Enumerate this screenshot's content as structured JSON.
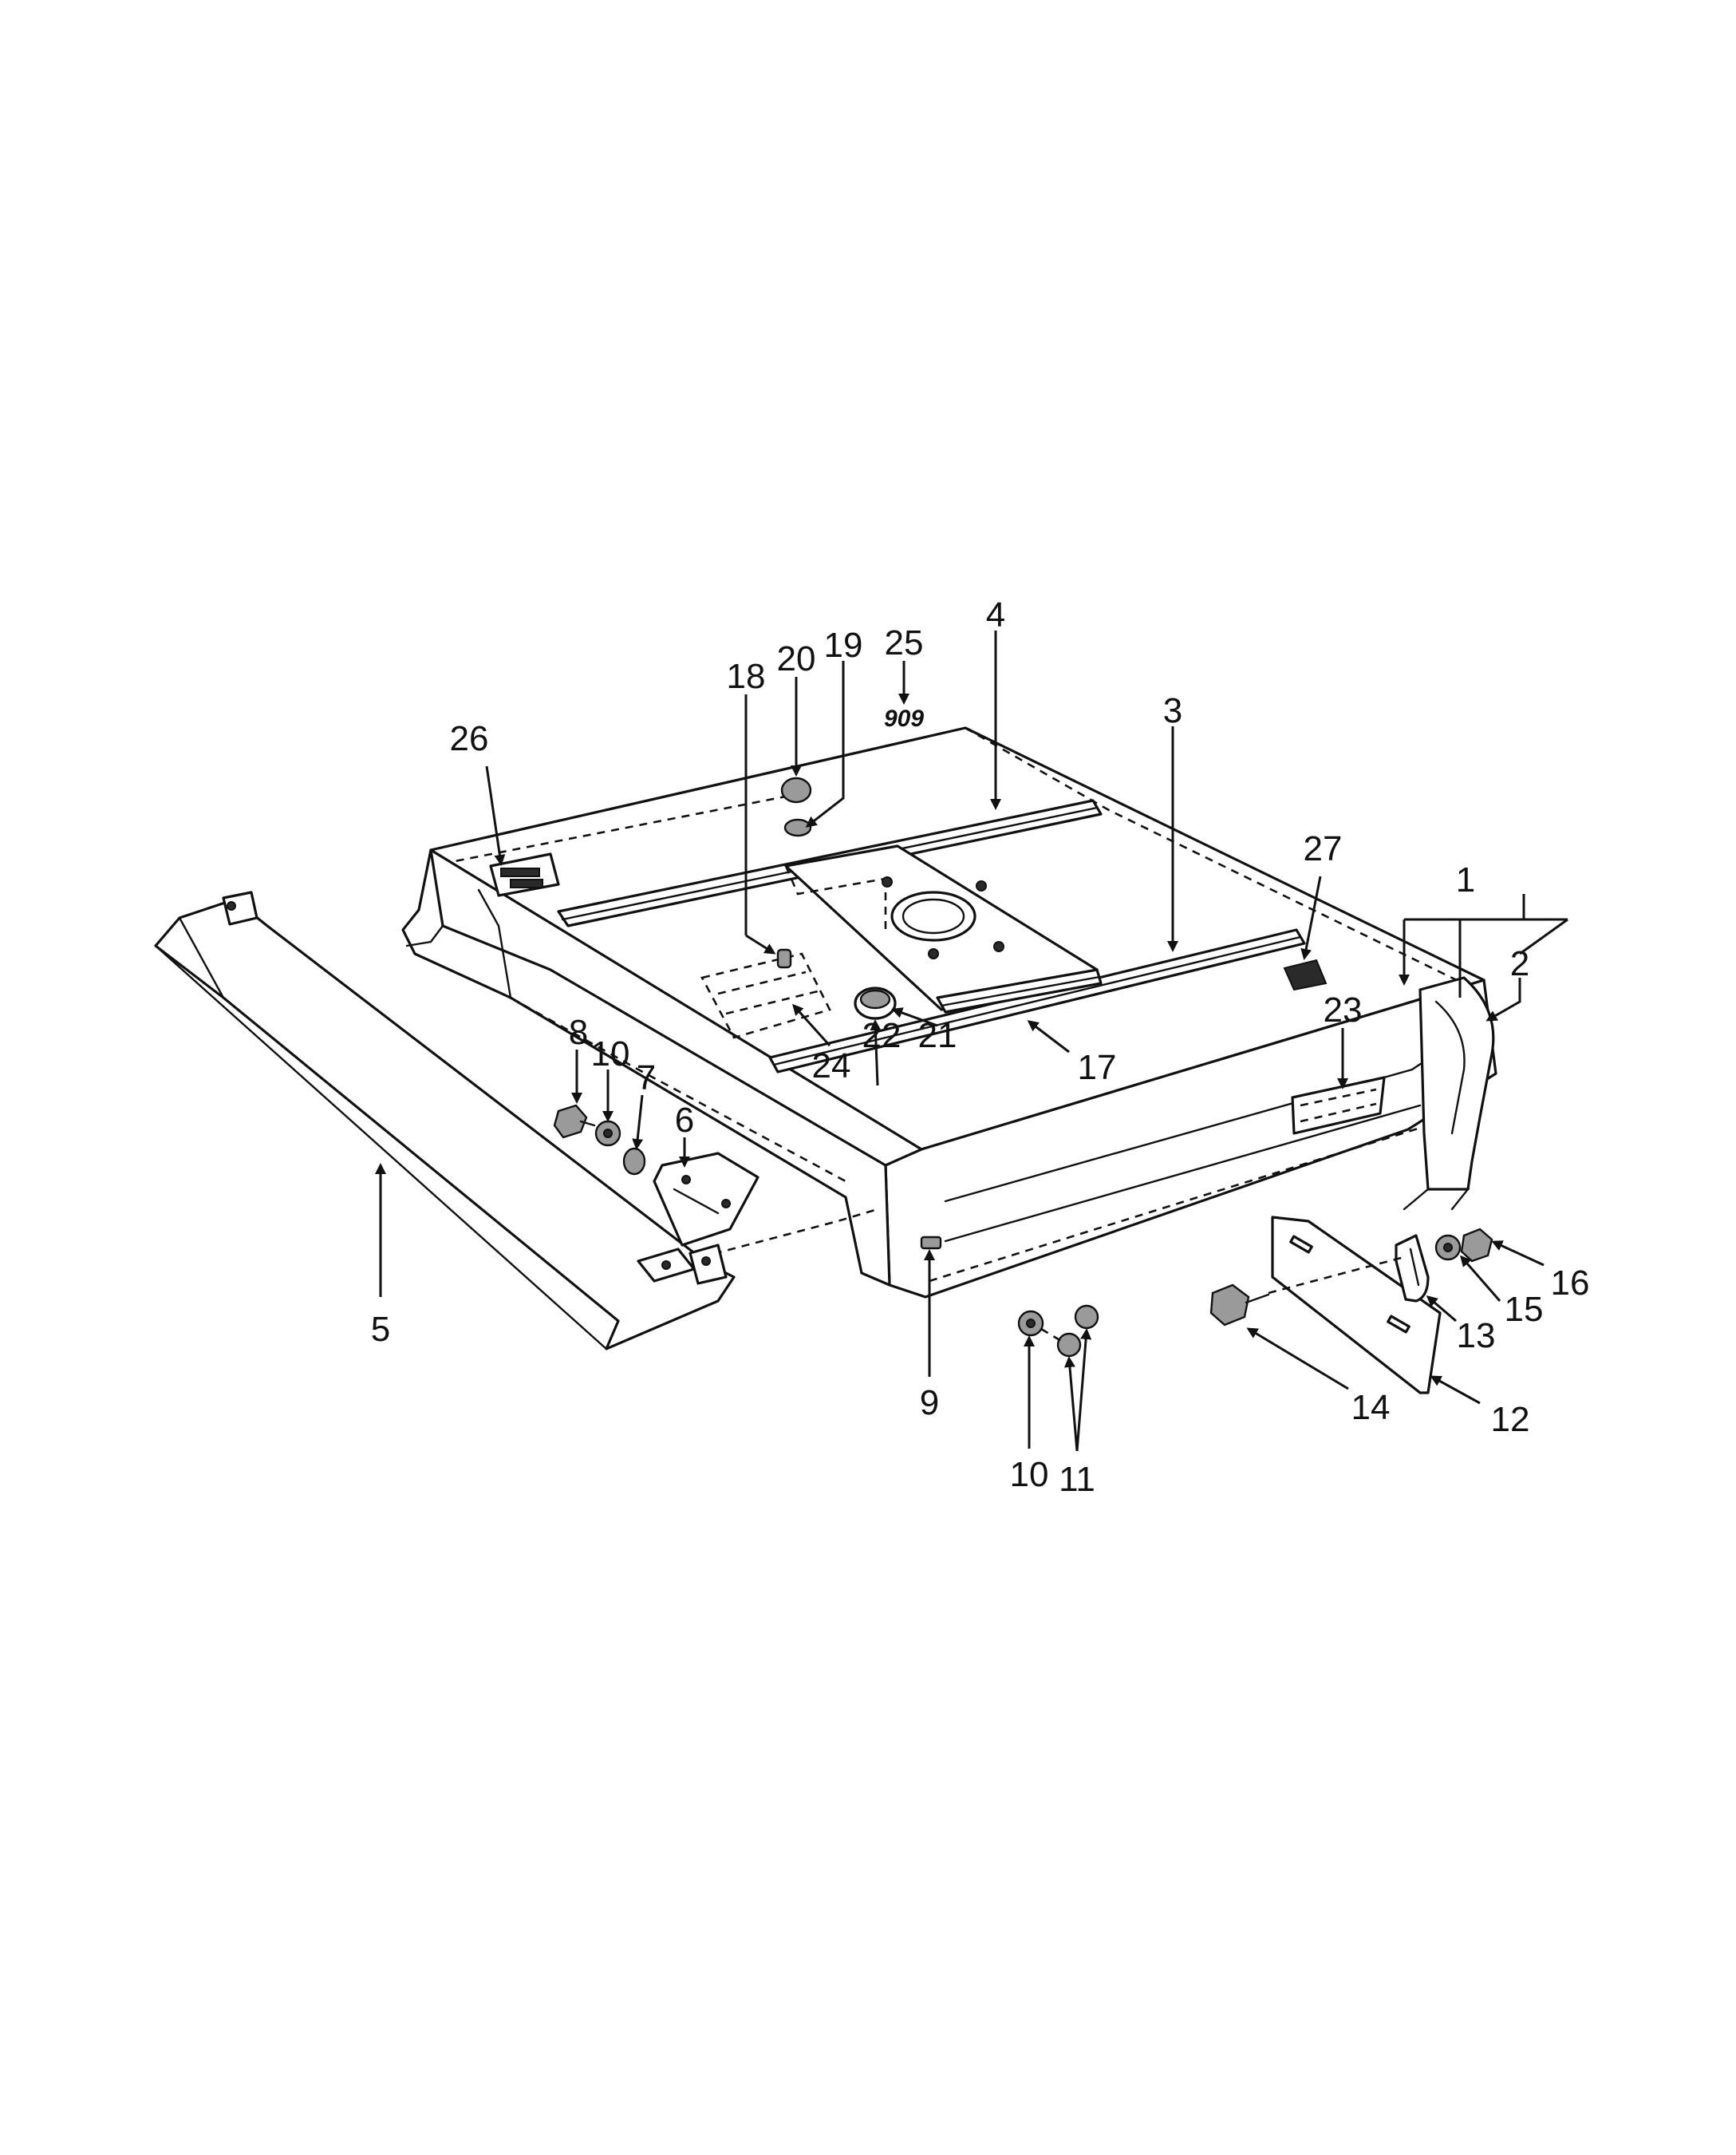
{
  "callouts": [
    {
      "id": "c1",
      "label": "1"
    },
    {
      "id": "c2",
      "label": "2"
    },
    {
      "id": "c3",
      "label": "3"
    },
    {
      "id": "c4",
      "label": "4"
    },
    {
      "id": "c5",
      "label": "5"
    },
    {
      "id": "c6",
      "label": "6"
    },
    {
      "id": "c7",
      "label": "7"
    },
    {
      "id": "c8",
      "label": "8"
    },
    {
      "id": "c9",
      "label": "9"
    },
    {
      "id": "c10a",
      "label": "10"
    },
    {
      "id": "c10b",
      "label": "10"
    },
    {
      "id": "c11",
      "label": "11"
    },
    {
      "id": "c12",
      "label": "12"
    },
    {
      "id": "c13",
      "label": "13"
    },
    {
      "id": "c14",
      "label": "14"
    },
    {
      "id": "c15",
      "label": "15"
    },
    {
      "id": "c16",
      "label": "16"
    },
    {
      "id": "c17",
      "label": "17"
    },
    {
      "id": "c18",
      "label": "18"
    },
    {
      "id": "c19",
      "label": "19"
    },
    {
      "id": "c20",
      "label": "20"
    },
    {
      "id": "c21",
      "label": "21"
    },
    {
      "id": "c22",
      "label": "22"
    },
    {
      "id": "c23",
      "label": "23"
    },
    {
      "id": "c24",
      "label": "24"
    },
    {
      "id": "c25",
      "label": "25"
    },
    {
      "id": "c26",
      "label": "26"
    },
    {
      "id": "c27",
      "label": "27"
    }
  ],
  "decal_25_text": "909"
}
